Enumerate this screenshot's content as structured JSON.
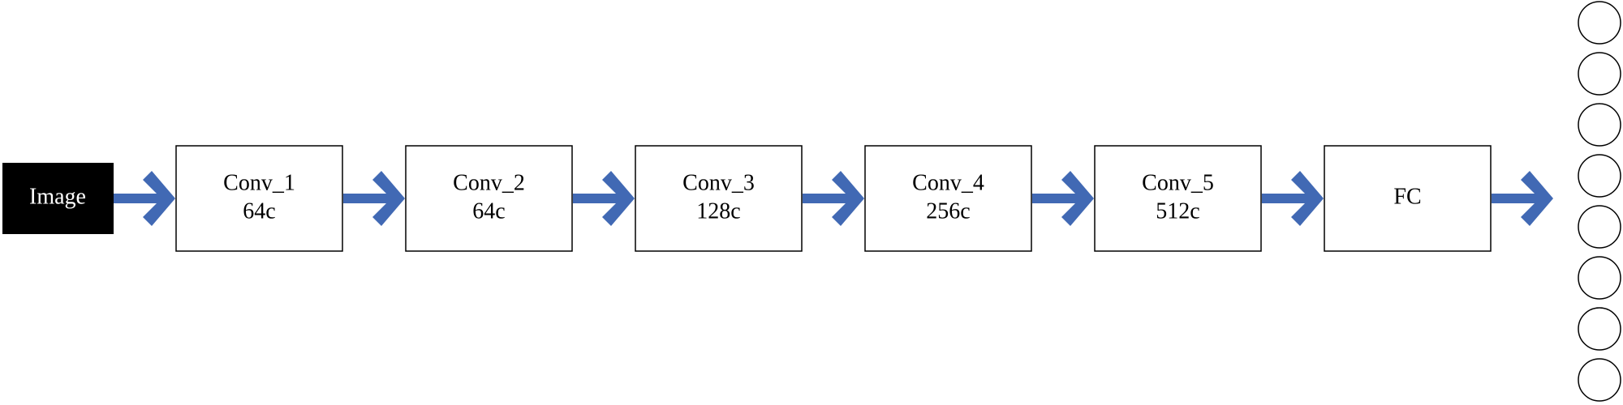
{
  "input_node": {
    "label": "Image",
    "fill_color": "#000000",
    "text_color": "#ffffff"
  },
  "layers": [
    {
      "name": "Conv_1",
      "channels": "64c"
    },
    {
      "name": "Conv_2",
      "channels": "64c"
    },
    {
      "name": "Conv_3",
      "channels": "128c"
    },
    {
      "name": "Conv_4",
      "channels": "256c"
    },
    {
      "name": "Conv_5",
      "channels": "512c"
    },
    {
      "name": "FC",
      "channels": ""
    }
  ],
  "output_nodes_count": 8,
  "colors": {
    "arrow": "#4169b4",
    "box_border": "#000000",
    "box_fill": "#ffffff",
    "output_node_border": "#000000"
  }
}
